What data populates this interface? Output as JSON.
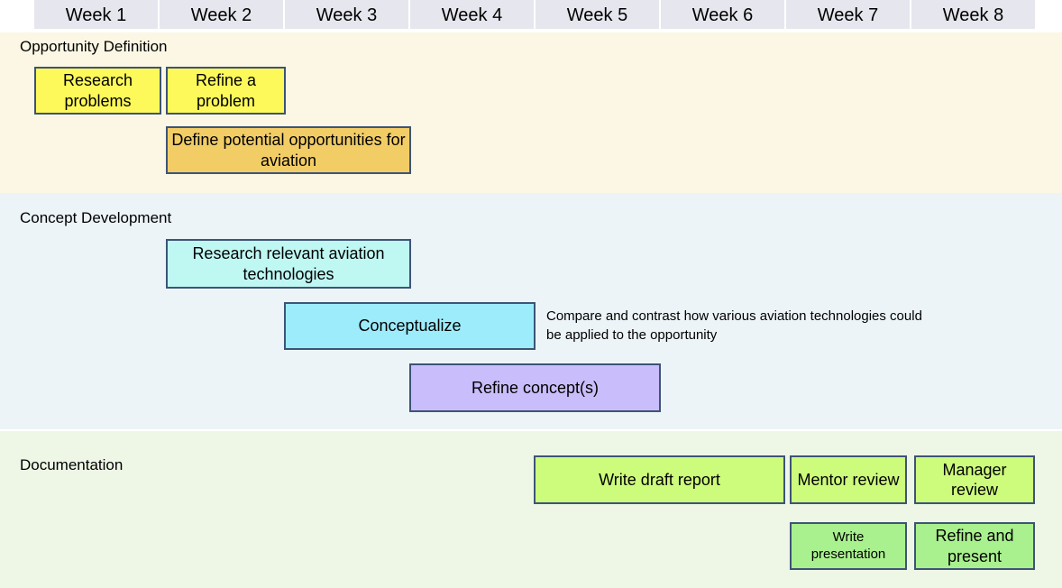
{
  "weeks": [
    "Week 1",
    "Week 2",
    "Week 3",
    "Week 4",
    "Week 5",
    "Week 6",
    "Week 7",
    "Week 8"
  ],
  "phases": {
    "opportunity": {
      "label": "Opportunity Definition",
      "tasks": {
        "research_problems": {
          "label": "Research problems",
          "color": "#fdf95a"
        },
        "refine_problem": {
          "label": "Refine a problem",
          "color": "#fdf95a"
        },
        "define_opportunities": {
          "label": "Define potential opportunities for aviation",
          "color": "#f2cd66"
        }
      }
    },
    "concept": {
      "label": "Concept Development",
      "tasks": {
        "research_tech": {
          "label": "Research relevant aviation technologies",
          "color": "#bff7f3"
        },
        "conceptualize": {
          "label": "Conceptualize",
          "color": "#9cecfc"
        },
        "refine_concepts": {
          "label": "Refine concept(s)",
          "color": "#cabdfb"
        }
      },
      "note": "Compare and contrast how various aviation technologies could be applied to the opportunity"
    },
    "documentation": {
      "label": "Documentation",
      "tasks": {
        "write_draft": {
          "label": "Write draft report",
          "color": "#cdfb7c"
        },
        "mentor_review": {
          "label": "Mentor review",
          "color": "#cdfb7c"
        },
        "manager_review": {
          "label": "Manager review",
          "color": "#cdfb7c"
        },
        "write_presentation": {
          "label": "Write presentation",
          "color": "#a9f08e"
        },
        "refine_present": {
          "label": "Refine and present",
          "color": "#a9f08e"
        }
      }
    }
  }
}
